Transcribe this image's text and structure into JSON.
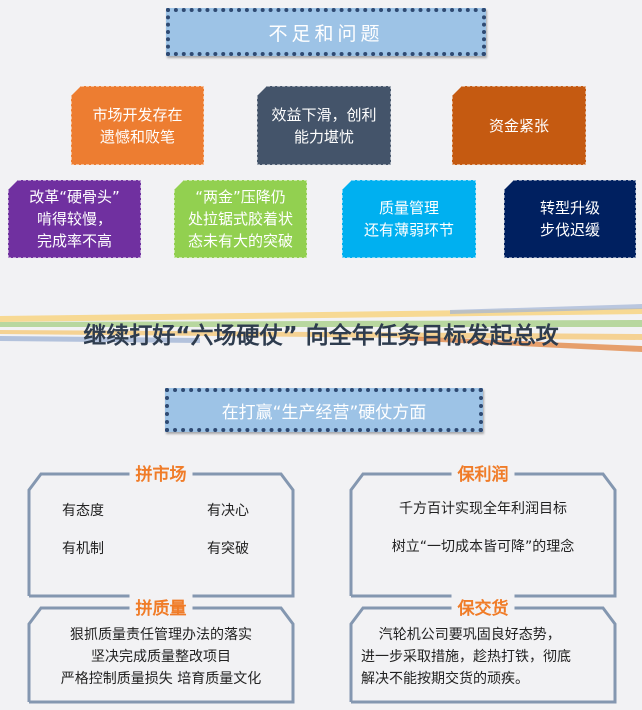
{
  "top_title": "不足和问题",
  "problems_row1": [
    {
      "text": "市场开发存在\n遗憾和败笔",
      "color": "#ed7d31"
    },
    {
      "text": "效益下滑，创利\n能力堪忧",
      "color": "#44546a"
    },
    {
      "text": "资金紧张",
      "color": "#c55a11"
    }
  ],
  "problems_row2": [
    {
      "text": "改革“硬骨头”\n啃得较慢，\n完成率不高",
      "color": "#7030a0"
    },
    {
      "text": "“两金”压降仍\n处拉锯式胶着状\n态未有大的突破",
      "color": "#92d050"
    },
    {
      "text": "质量管理\n还有薄弱环节",
      "color": "#00b0f0"
    },
    {
      "text": "转型升级\n步伐迟缓",
      "color": "#002060"
    }
  ],
  "banner": "继续打好“六场硬仗”  向全年任务目标发起总攻",
  "section_title": "在打赢“生产经营”硬仗方面",
  "panels": {
    "market": {
      "label": "拼市场",
      "items": [
        "有态度",
        "有决心",
        "有机制",
        "有突破"
      ]
    },
    "profit": {
      "label": "保利润",
      "lines": [
        "千方百计实现全年利润目标",
        "树立“一切成本皆可降”的理念"
      ]
    },
    "quality": {
      "label": "拼质量",
      "text": "狠抓质量责任管理办法的落实\n坚决完成质量整改项目\n严格控制质量损失   培育质量文化"
    },
    "delivery": {
      "label": "保交货",
      "text": "    汽轮机公司要巩固良好态势，\n进一步采取措施，趁热打铁，彻底\n解决不能按期交货的顽疾。"
    }
  }
}
